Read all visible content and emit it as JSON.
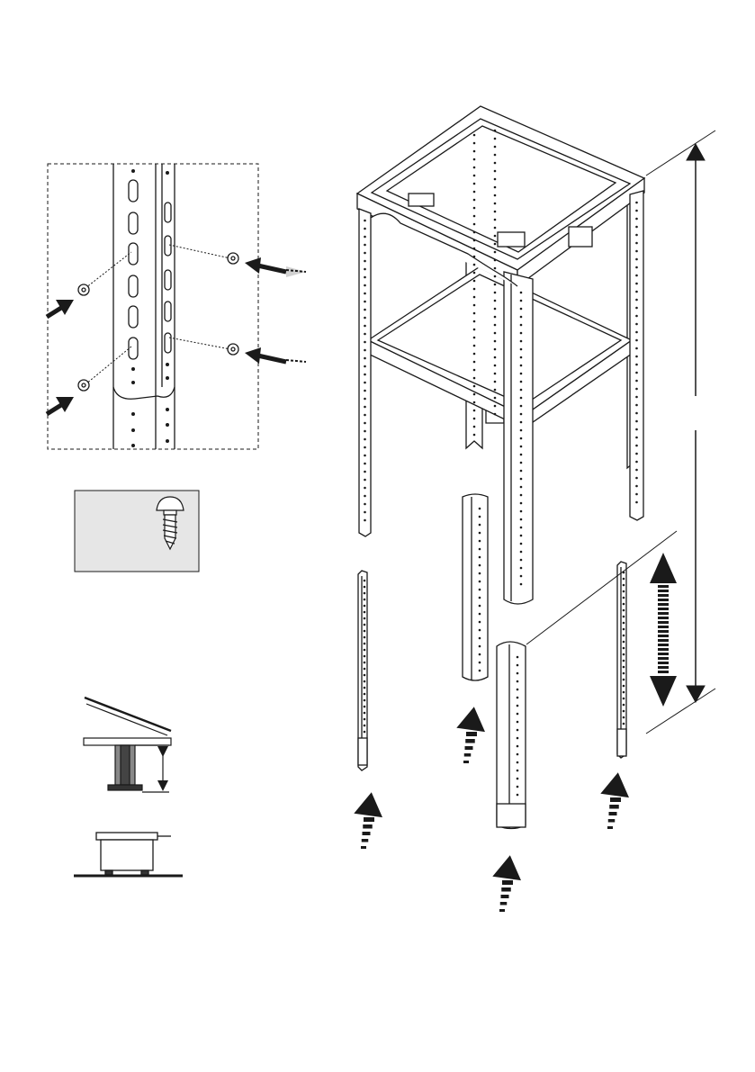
{
  "page": {
    "background": "#ffffff",
    "ink": "#1a1a1a",
    "panel_fill": "#e6e6e6"
  },
  "figures": {
    "detail_inset": {
      "kind": "dashed-border-detail",
      "shows": "screw-attachment-to-leg-post"
    },
    "screw_callout": {
      "kind": "gray-box",
      "icon": "pan-head-screw-icon"
    },
    "frame": {
      "kind": "stand-frame-assembly"
    },
    "legs": [
      "leg-front-left",
      "leg-back-center",
      "leg-front-center",
      "leg-front-right"
    ],
    "leveling_detail": {
      "kind": "adjustable-foot-detail"
    },
    "foot_detail": {
      "kind": "foot-pad-detail"
    }
  },
  "icons": {
    "push_arrows": [
      "push-arrow-icon",
      "push-arrow-icon",
      "push-arrow-icon",
      "push-arrow-icon"
    ],
    "insert_arrows": [
      "insert-up-arrow-icon",
      "insert-up-arrow-icon",
      "insert-up-arrow-icon",
      "insert-up-arrow-icon",
      "insert-up-arrow-icon"
    ],
    "dimension": [
      "height-dimension-arrow-icon",
      "adjust-range-arrow-icon"
    ]
  }
}
